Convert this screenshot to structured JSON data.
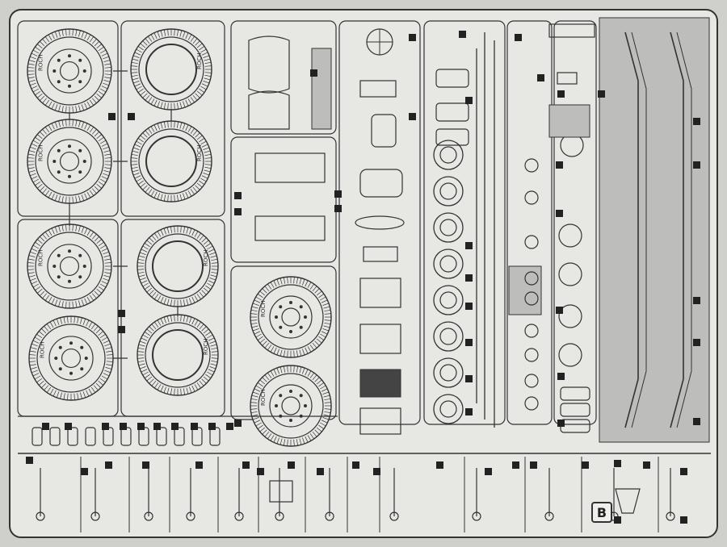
{
  "sprue": {
    "letter": "B",
    "wheel_brand": "ROCH"
  },
  "colors": {
    "paper": "#cfcfcc",
    "plastic": "#e7e7e4",
    "line": "#333333",
    "highlight": "#bdbdbb",
    "tag": "#222222"
  },
  "counts": {
    "hub_wheels": 6,
    "plain_tyres": 4,
    "small_wheels": 8,
    "chassis_rails": 2
  }
}
